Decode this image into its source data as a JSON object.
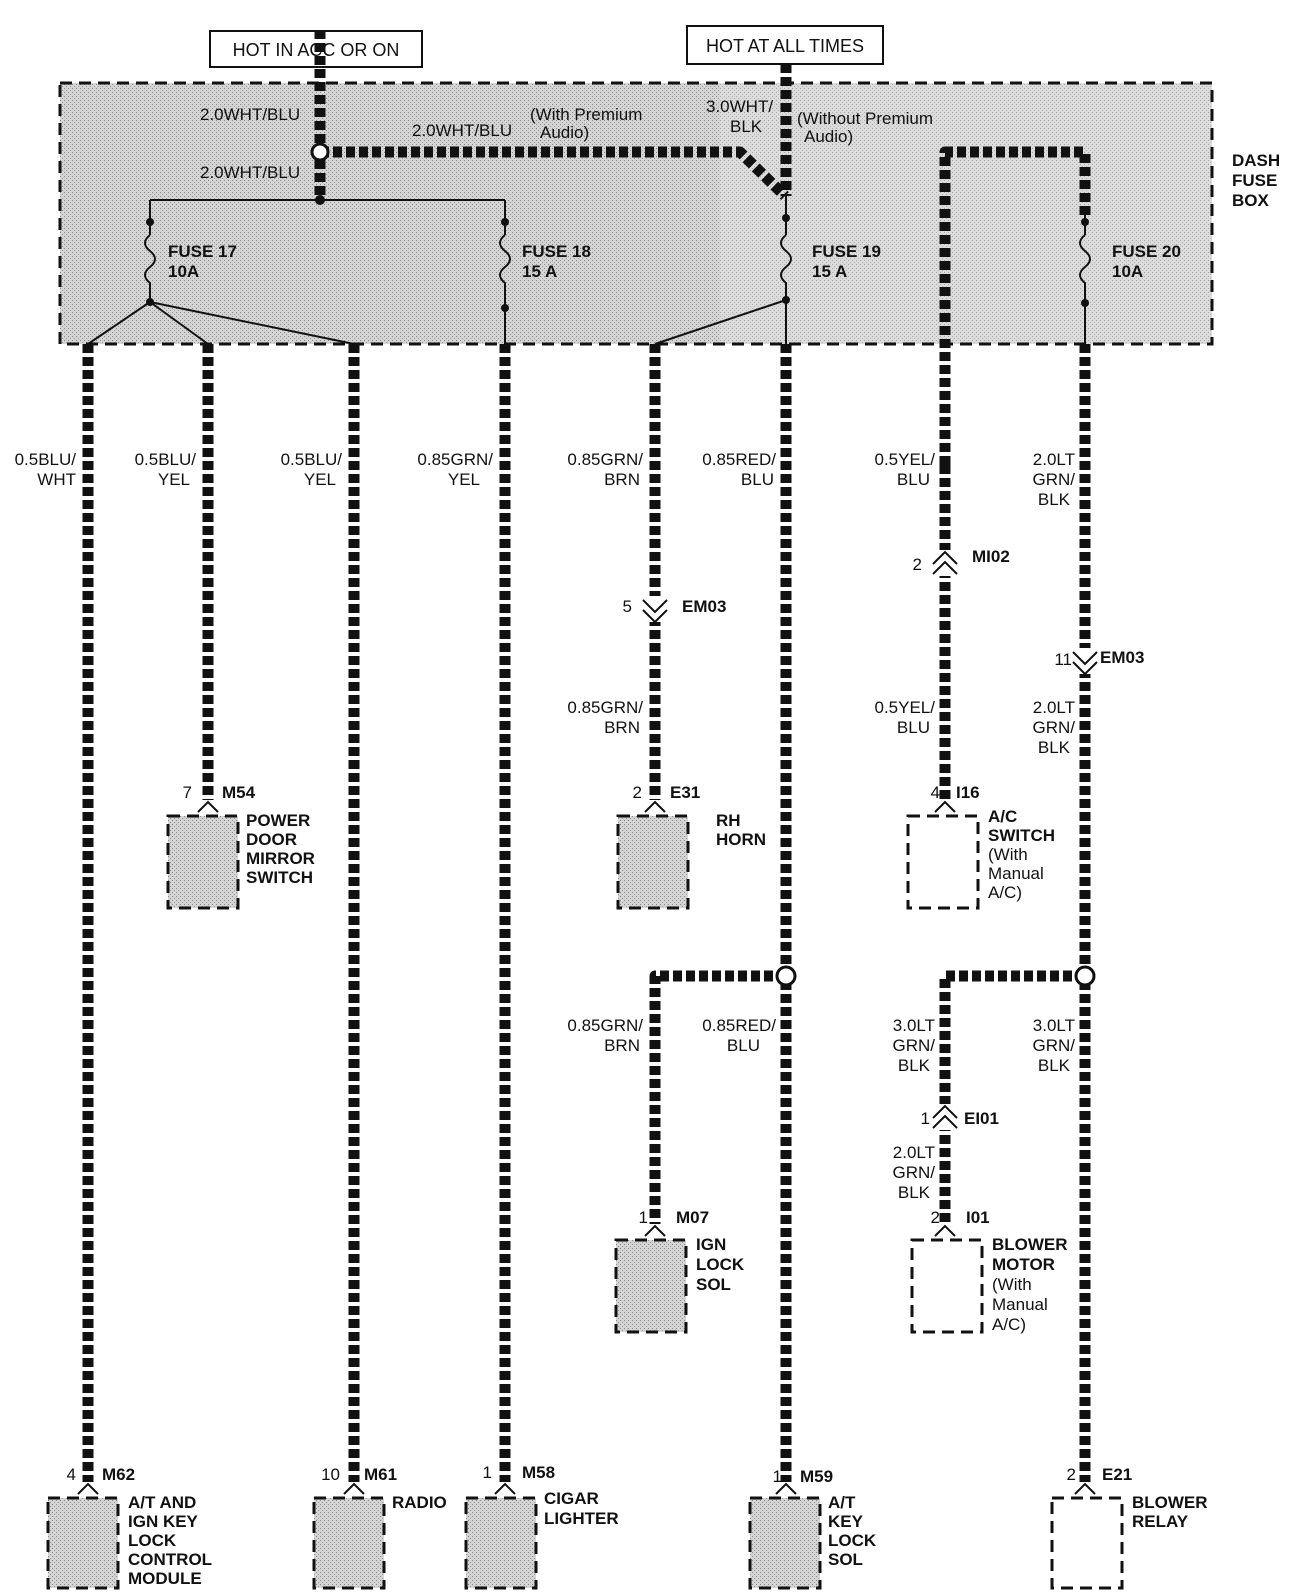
{
  "headers": {
    "hot_acc_on": "HOT IN ACC OR ON",
    "hot_all_times": "HOT AT ALL TIMES"
  },
  "fuse_box": {
    "label_line1": "DASH",
    "label_line2": "FUSE",
    "label_line3": "BOX"
  },
  "fuses": [
    {
      "name": "FUSE 17",
      "rating": "10A"
    },
    {
      "name": "FUSE 18",
      "rating": "15 A"
    },
    {
      "name": "FUSE 19",
      "rating": "15 A"
    },
    {
      "name": "FUSE 20",
      "rating": "10A"
    }
  ],
  "top_wires": {
    "w1": "2.0WHT/BLU",
    "w2": "2.0WHT/BLU",
    "w3": "2.0WHT/BLU",
    "with_premium_1": "(With Premium",
    "with_premium_2": "Audio)",
    "w4_1": "3.0WHT/",
    "w4_2": "BLK",
    "without_premium_1": "(Without Premium",
    "without_premium_2": "Audio)"
  },
  "wire_labels": {
    "a1": "0.5BLU/",
    "a2": "WHT",
    "b1": "0.5BLU/",
    "b2": "YEL",
    "c1": "0.5BLU/",
    "c2": "YEL",
    "d1": "0.85GRN/",
    "d2": "YEL",
    "e1": "0.85GRN/",
    "e2": "BRN",
    "f1": "0.85RED/",
    "f2": "BLU",
    "g1": "0.5YEL/",
    "g2": "BLU",
    "h1": "2.0LT",
    "h2": "GRN/",
    "h3": "BLK",
    "e_low1": "0.85GRN/",
    "e_low2": "BRN",
    "g_low1": "0.5YEL/",
    "g_low2": "BLU",
    "h_low1": "2.0LT",
    "h_low2": "GRN/",
    "h_low3": "BLK",
    "m07w1": "0.85GRN/",
    "m07w2": "BRN",
    "m59w1": "0.85RED/",
    "m59w2": "BLU",
    "i01w1": "3.0LT",
    "i01w2": "GRN/",
    "i01w3": "BLK",
    "e21w1": "3.0LT",
    "e21w2": "GRN/",
    "e21w3": "BLK",
    "i01low1": "2.0LT",
    "i01low2": "GRN/",
    "i01low3": "BLK"
  },
  "inline_connectors": {
    "em03_a_pin": "5",
    "em03_a": "EM03",
    "mi02_pin": "2",
    "mi02": "MI02",
    "em03_b_pin": "11",
    "em03_b": "EM03",
    "ei01_pin": "1",
    "ei01": "EI01"
  },
  "components": {
    "m54": {
      "pin": "7",
      "id": "M54",
      "l1": "POWER",
      "l2": "DOOR",
      "l3": "MIRROR",
      "l4": "SWITCH"
    },
    "e31": {
      "pin": "2",
      "id": "E31",
      "l1": "RH",
      "l2": "HORN"
    },
    "i16": {
      "pin": "4",
      "id": "I16",
      "l1": "A/C",
      "l2": "SWITCH",
      "l3": "(With",
      "l4": "Manual",
      "l5": "A/C)"
    },
    "m07": {
      "pin": "1",
      "id": "M07",
      "l1": "IGN",
      "l2": "LOCK",
      "l3": "SOL"
    },
    "i01": {
      "pin": "2",
      "id": "I01",
      "l1": "BLOWER",
      "l2": "MOTOR",
      "l3": "(With",
      "l4": "Manual",
      "l5": "A/C)"
    },
    "m62": {
      "pin": "4",
      "id": "M62",
      "l1": "A/T AND",
      "l2": "IGN KEY",
      "l3": "LOCK",
      "l4": "CONTROL",
      "l5": "MODULE"
    },
    "m61": {
      "pin": "10",
      "id": "M61",
      "l1": "RADIO"
    },
    "m58": {
      "pin": "1",
      "id": "M58",
      "l1": "CIGAR",
      "l2": "LIGHTER"
    },
    "m59": {
      "pin": "1",
      "id": "M59",
      "l1": "A/T",
      "l2": "KEY",
      "l3": "LOCK",
      "l4": "SOL"
    },
    "e21": {
      "pin": "2",
      "id": "E21",
      "l1": "BLOWER",
      "l2": "RELAY"
    }
  }
}
